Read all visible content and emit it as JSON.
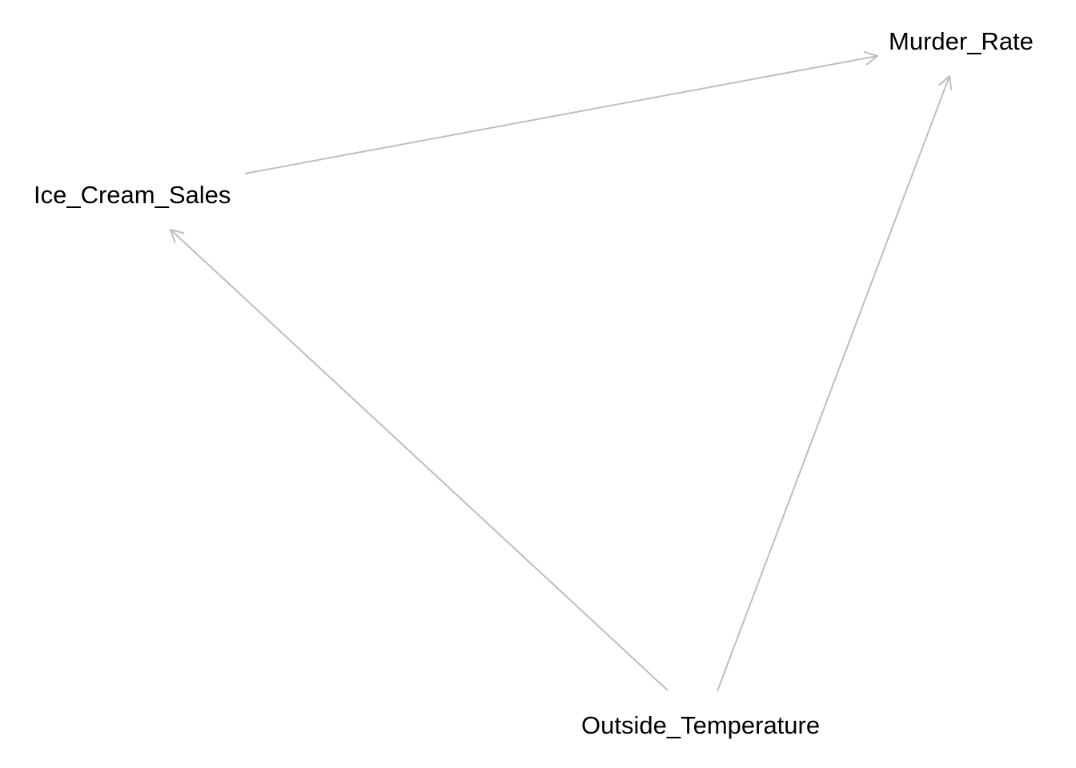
{
  "nodes": [
    {
      "id": "ice_cream_sales",
      "label": "Ice_Cream_Sales"
    },
    {
      "id": "murder_rate",
      "label": "Murder_Rate"
    },
    {
      "id": "outside_temperature",
      "label": "Outside_Temperature"
    }
  ],
  "edges": [
    {
      "from": "ice_cream_sales",
      "to": "murder_rate"
    },
    {
      "from": "outside_temperature",
      "to": "ice_cream_sales"
    },
    {
      "from": "outside_temperature",
      "to": "murder_rate"
    }
  ],
  "colors": {
    "edge": "#bebebe",
    "label": "#000000",
    "background": "#ffffff"
  }
}
